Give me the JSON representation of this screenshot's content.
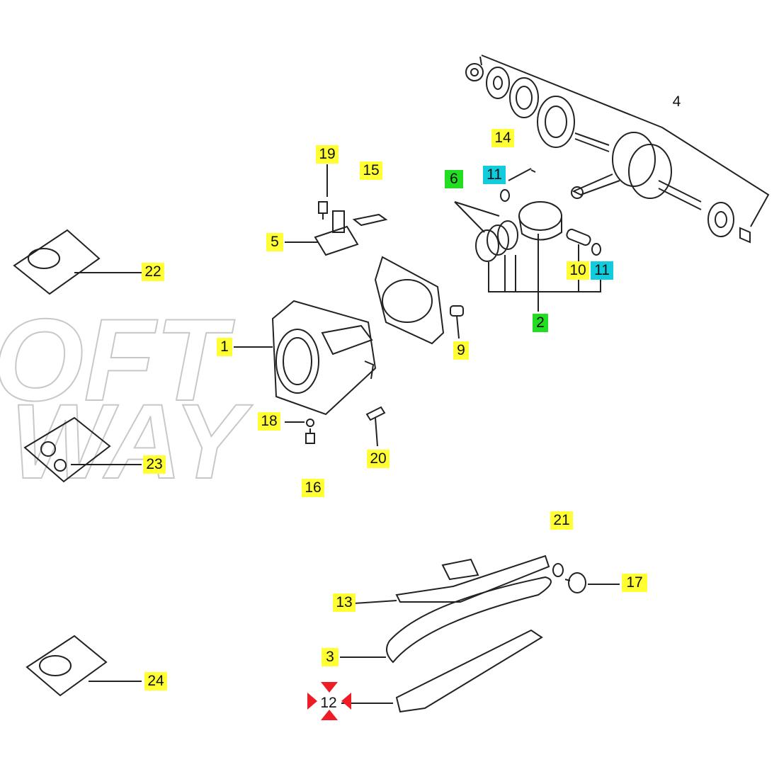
{
  "diagram": {
    "watermark": {
      "line1": "OFT",
      "line2": "WAY"
    },
    "colors": {
      "yellow": "#ffff33",
      "green": "#22dd22",
      "cyan": "#11ccdd",
      "marker_red": "#ee1c24",
      "line": "#222222"
    },
    "callouts": {
      "c1": {
        "label": "1",
        "color": "yellow"
      },
      "c2": {
        "label": "2",
        "color": "green"
      },
      "c3": {
        "label": "3",
        "color": "yellow"
      },
      "c4": {
        "label": "4",
        "color": "yellow"
      },
      "c5": {
        "label": "5",
        "color": "yellow"
      },
      "c6": {
        "label": "6",
        "color": "green"
      },
      "c9": {
        "label": "9",
        "color": "yellow"
      },
      "c10": {
        "label": "10",
        "color": "yellow"
      },
      "c11a": {
        "label": "11",
        "color": "cyan"
      },
      "c11b": {
        "label": "11",
        "color": "cyan"
      },
      "c12": {
        "label": "12",
        "color": "plain"
      },
      "c13": {
        "label": "13",
        "color": "yellow"
      },
      "c14": {
        "label": "14",
        "color": "yellow"
      },
      "c15": {
        "label": "15",
        "color": "yellow"
      },
      "c16": {
        "label": "16",
        "color": "yellow"
      },
      "c17": {
        "label": "17",
        "color": "yellow"
      },
      "c18": {
        "label": "18",
        "color": "yellow"
      },
      "c19": {
        "label": "19",
        "color": "yellow"
      },
      "c20": {
        "label": "20",
        "color": "yellow"
      },
      "c21": {
        "label": "21",
        "color": "yellow"
      },
      "c22": {
        "label": "22",
        "color": "yellow"
      },
      "c23": {
        "label": "23",
        "color": "yellow"
      },
      "c24": {
        "label": "24",
        "color": "yellow"
      }
    }
  }
}
